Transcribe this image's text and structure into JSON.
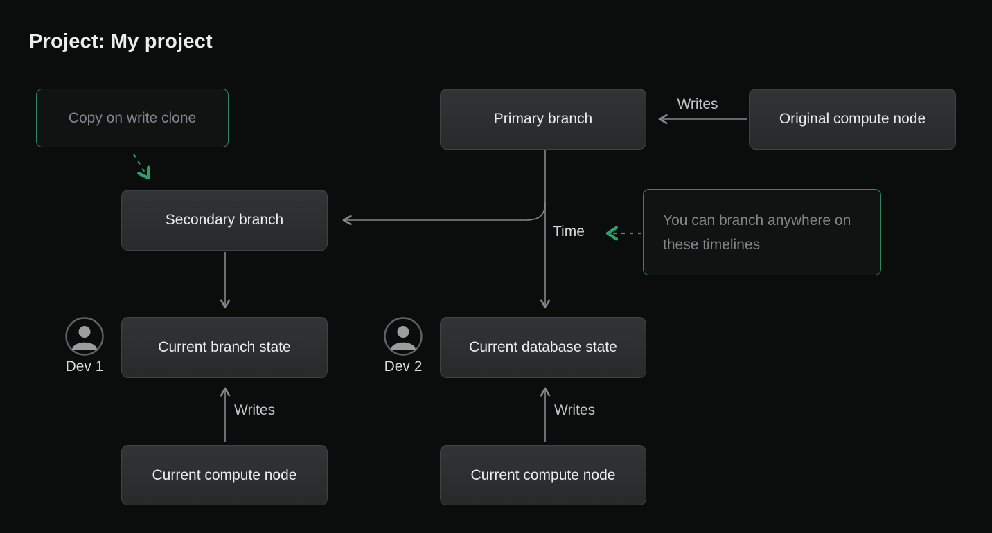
{
  "title": "Project: My project",
  "colors": {
    "background": "#0b0c0c",
    "node_fill_top": "#313437",
    "node_fill_bottom": "#28292b",
    "node_border": "#404345",
    "node_text": "#ececed",
    "callout_border": "#2e8862",
    "callout_text": "#82868a",
    "arrow_gray": "#85888b",
    "arrow_green": "#2f9e6a",
    "edge_label_text": "#c3c6c8",
    "avatar_icon": "#9b9ea1"
  },
  "nodes": {
    "copy_on_write": {
      "label": "Copy on write clone"
    },
    "primary_branch": {
      "label": "Primary branch"
    },
    "original_compute": {
      "label": "Original compute node"
    },
    "secondary_branch": {
      "label": "Secondary branch"
    },
    "branch_callout": {
      "label": "You can branch anywhere on these timelines"
    },
    "current_branch_state": {
      "label": "Current branch state"
    },
    "current_database_state": {
      "label": "Current database state"
    },
    "current_compute_left": {
      "label": "Current compute node"
    },
    "current_compute_right": {
      "label": "Current compute node"
    }
  },
  "labels": {
    "writes_top": "Writes",
    "time": "Time",
    "writes_left": "Writes",
    "writes_right": "Writes"
  },
  "developers": [
    {
      "name": "Dev 1"
    },
    {
      "name": "Dev 2"
    }
  ]
}
